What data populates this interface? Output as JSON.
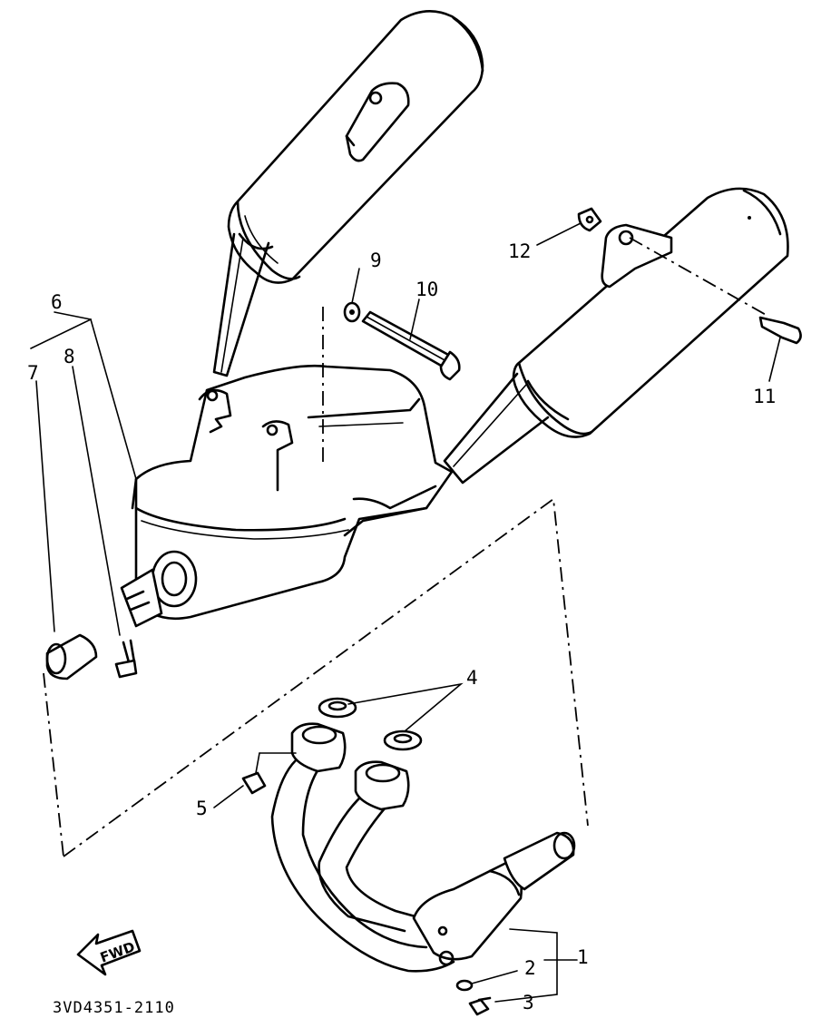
{
  "diagram": {
    "part_labels": {
      "p1": "1",
      "p2": "2",
      "p3": "3",
      "p4": "4",
      "p5": "5",
      "p6": "6",
      "p7": "7",
      "p8": "8",
      "p9": "9",
      "p10": "10",
      "p11": "11",
      "p12": "12"
    },
    "direction_label": "FWD",
    "drawing_code": "3VD4351-2110"
  }
}
